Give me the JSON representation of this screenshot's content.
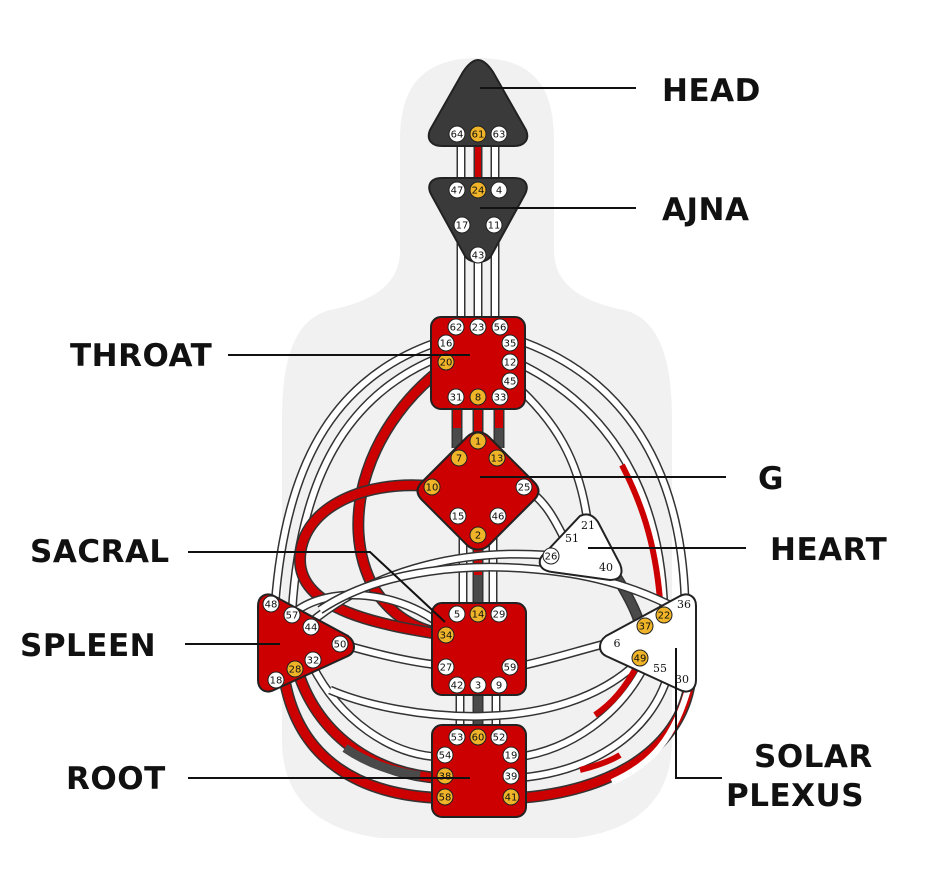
{
  "colors": {
    "defined": "#cc0000",
    "head_ajna": "#3a3a3a",
    "channel_dark": "#4a4a4a",
    "active_gate": "#f0b429",
    "inactive_gate": "#ffffff",
    "silhouette": "#f1f1f1",
    "open_center": "#ffffff",
    "label_text": "#111111"
  },
  "labels": {
    "head": "HEAD",
    "ajna": "AJNA",
    "throat": "THROAT",
    "g": "G",
    "sacral": "SACRAL",
    "heart": "HEART",
    "spleen": "SPLEEN",
    "solar_plexus_line1": "SOLAR",
    "solar_plexus_line2": "PLEXUS",
    "root": "ROOT"
  },
  "gates": {
    "head": {
      "g64": "64",
      "g61": "61",
      "g63": "63"
    },
    "ajna": {
      "g47": "47",
      "g24": "24",
      "g4": "4",
      "g17": "17",
      "g11": "11",
      "g43": "43"
    },
    "throat": {
      "g62": "62",
      "g23": "23",
      "g56": "56",
      "g16": "16",
      "g35": "35",
      "g20": "20",
      "g12": "12",
      "g45": "45",
      "g31": "31",
      "g8": "8",
      "g33": "33"
    },
    "g": {
      "g1": "1",
      "g7": "7",
      "g13": "13",
      "g10": "10",
      "g25": "25",
      "g15": "15",
      "g46": "46",
      "g2": "2"
    },
    "heart": {
      "g21": "21",
      "g51": "51",
      "g26": "26",
      "g40": "40"
    },
    "sacral": {
      "g5": "5",
      "g14": "14",
      "g29": "29",
      "g34": "34",
      "g27": "27",
      "g59": "59",
      "g42": "42",
      "g3": "3",
      "g9": "9"
    },
    "spleen": {
      "g48": "48",
      "g57": "57",
      "g44": "44",
      "g50": "50",
      "g32": "32",
      "g28": "28",
      "g18": "18"
    },
    "solar": {
      "g36": "36",
      "g22": "22",
      "g37": "37",
      "g6": "6",
      "g49": "49",
      "g55": "55",
      "g30": "30"
    },
    "root": {
      "g53": "53",
      "g60": "60",
      "g52": "52",
      "g54": "54",
      "g19": "19",
      "g38": "38",
      "g39": "39",
      "g58": "58",
      "g41": "41"
    }
  },
  "active_gates": [
    "61",
    "24",
    "20",
    "8",
    "1",
    "7",
    "13",
    "10",
    "2",
    "14",
    "34",
    "28",
    "22",
    "37",
    "49",
    "60",
    "38",
    "58",
    "41"
  ],
  "centers_defined": {
    "head": false,
    "ajna": false,
    "throat": true,
    "g": true,
    "heart": false,
    "sacral": true,
    "spleen": true,
    "solar_plexus": false,
    "root": true
  }
}
